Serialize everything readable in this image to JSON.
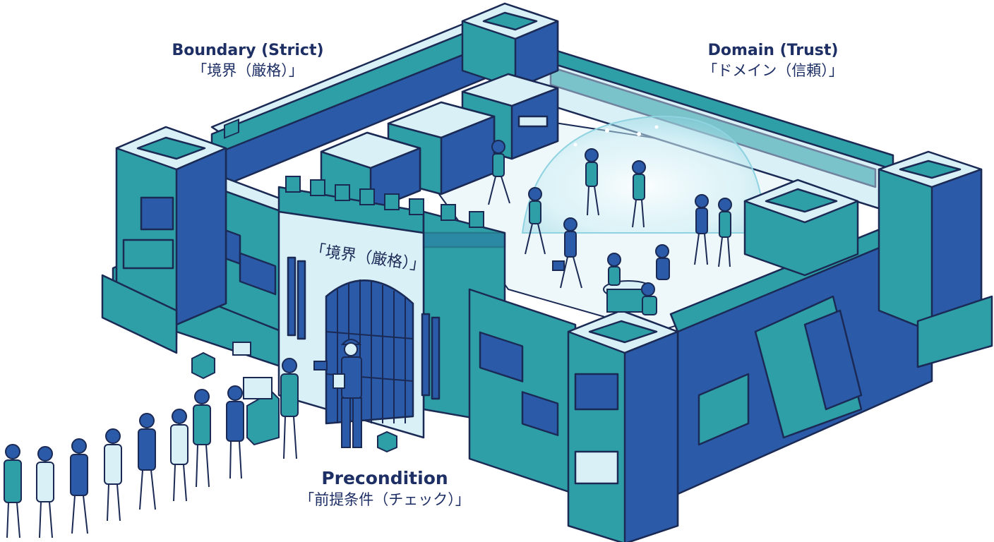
{
  "labels": {
    "boundary": {
      "en": "Boundary (Strict)",
      "jp": "「境界（厳格）」"
    },
    "domain": {
      "en": "Domain (Trust)",
      "jp": "「ドメイン（信頼）」"
    },
    "precondition": {
      "en": "Precondition",
      "jp": "「前提条件（チェック）」"
    }
  },
  "gate_sign": "「境界（厳格）」",
  "colors": {
    "navy": "#1d2f64",
    "wall_blue": "#2a5aa8",
    "wall_teal": "#2e9fa6",
    "wall_light": "#d9f0f7",
    "courtyard": "#eef8fb",
    "dome": "#bfe6ef",
    "ink": "#1b2a55"
  }
}
